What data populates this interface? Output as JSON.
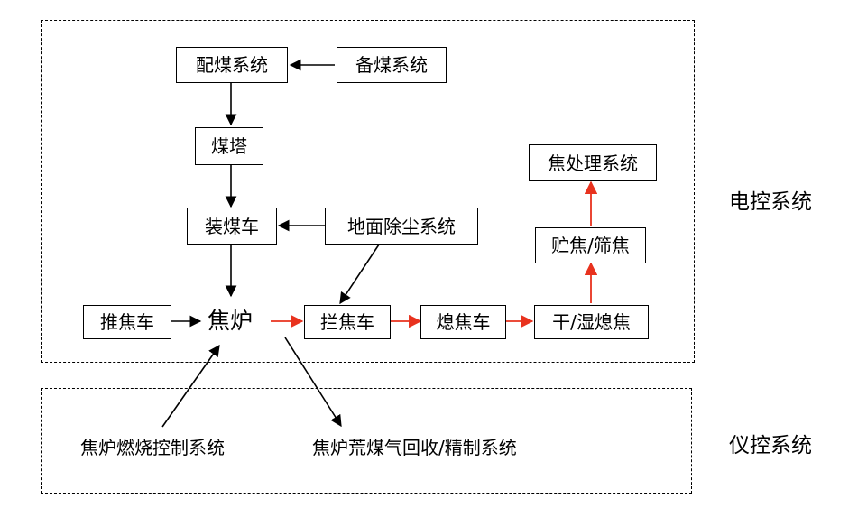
{
  "regions": {
    "electrical_label": "电控系统",
    "instrument_label": "仪控系统"
  },
  "nodes": {
    "coal_blending": "配煤系统",
    "coal_preparation": "备煤系统",
    "coal_tower": "煤塔",
    "charging_car": "装煤车",
    "ground_dust_removal": "地面除尘系统",
    "pusher_car": "推焦车",
    "coke_oven": "焦炉",
    "coke_guide_car": "拦焦车",
    "quenching_car": "熄焦车",
    "dry_wet_quenching": "干/湿熄焦",
    "coke_storage_screening": "贮焦/筛焦",
    "coke_handling": "焦处理系统",
    "oven_heating_control": "焦炉燃烧控制系统",
    "raw_gas_recovery": "焦炉荒煤气回收/精制系统"
  },
  "colors": {
    "black_arrow": "#000000",
    "red_arrow": "#e8321e"
  }
}
